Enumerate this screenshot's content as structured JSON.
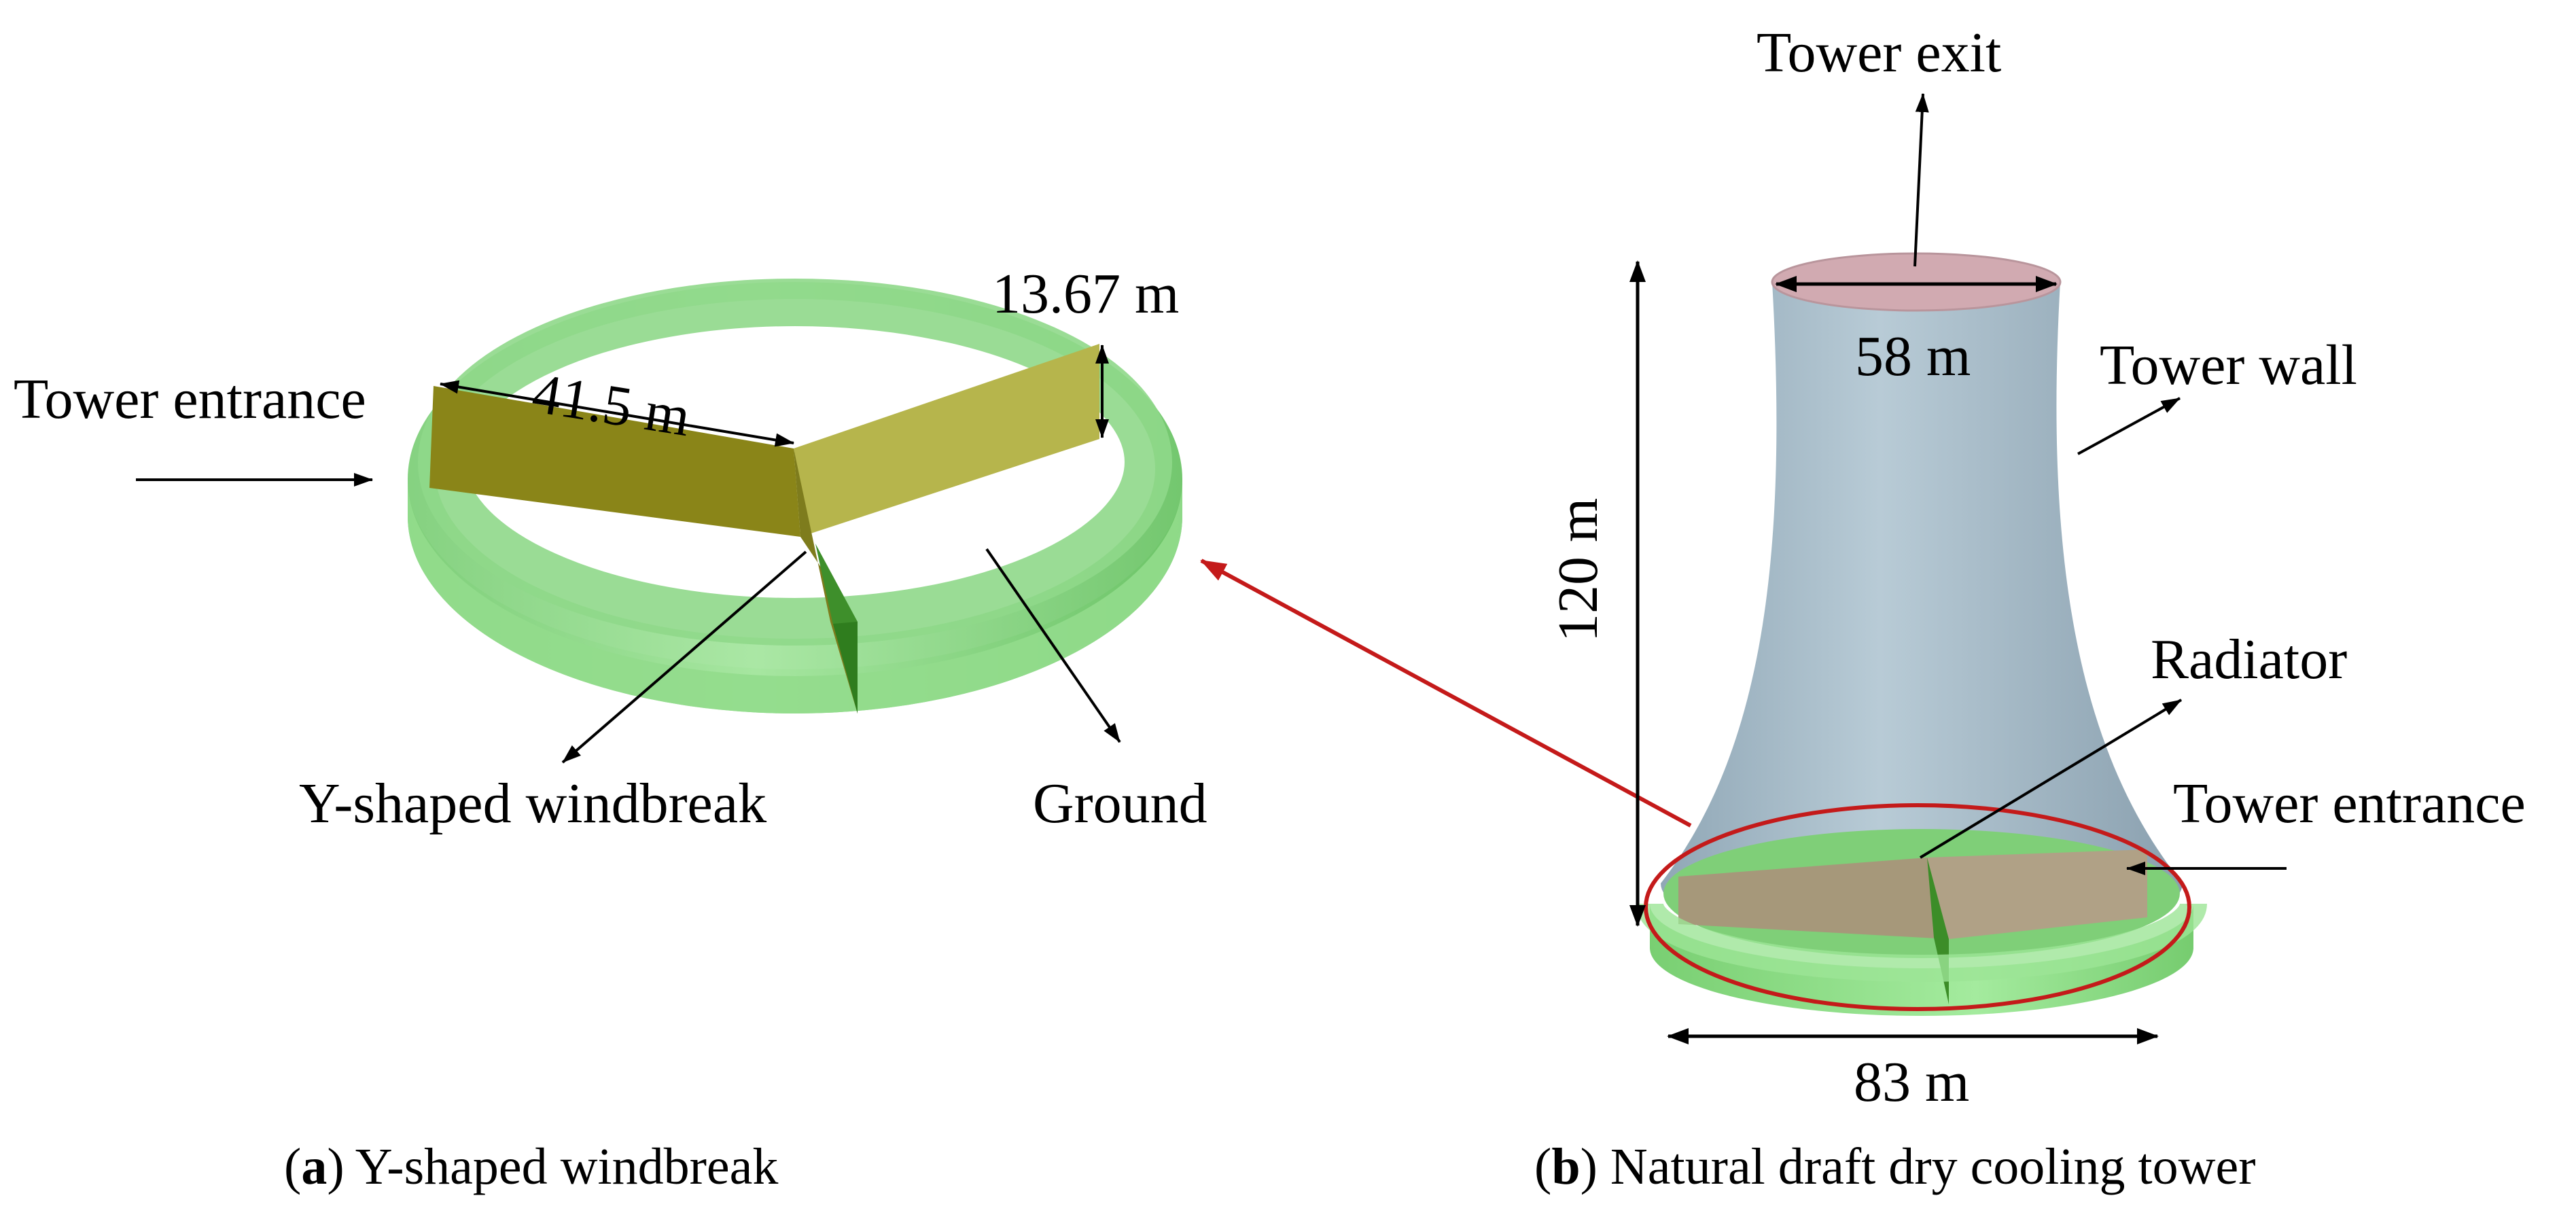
{
  "panel_a": {
    "labels": {
      "tower_entrance": "Tower entrance",
      "length": "41.5 m",
      "height": "13.67 m",
      "windbreak": "Y-shaped windbreak",
      "ground": "Ground"
    },
    "caption": {
      "letter": "a",
      "open": "(",
      "close": ")",
      "text": " Y-shaped windbreak"
    }
  },
  "panel_b": {
    "labels": {
      "tower_exit": "Tower exit",
      "top_diameter": "58 m",
      "tower_wall": "Tower wall",
      "height": "120 m",
      "radiator": "Radiator",
      "tower_entrance": "Tower entrance",
      "base_diameter": "83 m"
    },
    "caption": {
      "letter": "b",
      "open": "(",
      "close": ")",
      "text": " Natural draft dry cooling tower"
    }
  },
  "colors": {
    "ground_ring": "#8fdc8a",
    "windbreak_dark": "#8a8518",
    "windbreak_light": "#b6b54c",
    "tower_shell": "#a7b9c5",
    "tower_top": "#d1aab1",
    "highlight_ellipse": "#c41a1a",
    "link_arrow": "#c41a1a"
  }
}
